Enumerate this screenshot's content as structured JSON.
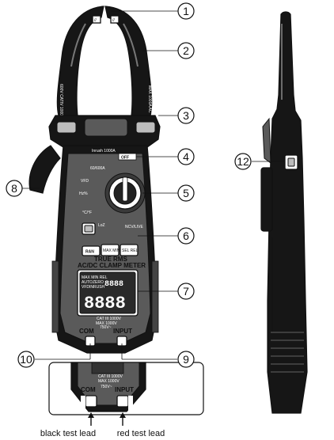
{
  "callouts": [
    {
      "n": "1"
    },
    {
      "n": "2"
    },
    {
      "n": "3"
    },
    {
      "n": "4"
    },
    {
      "n": "5"
    },
    {
      "n": "6"
    },
    {
      "n": "7"
    },
    {
      "n": "8"
    },
    {
      "n": "9"
    },
    {
      "n": "10"
    },
    {
      "n": "12"
    }
  ],
  "meter": {
    "jaw_marks": [
      "//",
      "//"
    ],
    "jaw_warning_left": "600V CATIV 1000V CATIII",
    "jaw_warning_right": "MAX 1000A AC",
    "dial": {
      "off": "OFF",
      "vfd": "VFD",
      "inrush": "Inrush 1000A",
      "range_a": "60/600A",
      "hz": "Hz%",
      "temp": "°C/°F",
      "loz": "LoZ",
      "ncv": "NCV/LIVE"
    },
    "buttons": [
      "RAN",
      "MAX MIN",
      "SEL REL"
    ],
    "title_line1": "TRUE RMS",
    "title_line2": "AC/DC CLAMP METER",
    "lcd": {
      "small_digits": "8888",
      "main_digits": "8888",
      "indicators": [
        "MAX MIN REL",
        "AUTO",
        "ZERO",
        "VFD",
        "INRUSH"
      ]
    },
    "terminal": {
      "cat": "CAT III 1000V",
      "max": "MAX 1000V",
      "com": "COM",
      "volt": "750V~",
      "input": "INPUT"
    }
  },
  "detail": {
    "cat": "CAT III 1000V",
    "max": "MAX 1000V",
    "com": "COM",
    "volt": "750V~",
    "input": "INPUT",
    "black_lead": "black test lead",
    "red_lead": "red test lead"
  }
}
